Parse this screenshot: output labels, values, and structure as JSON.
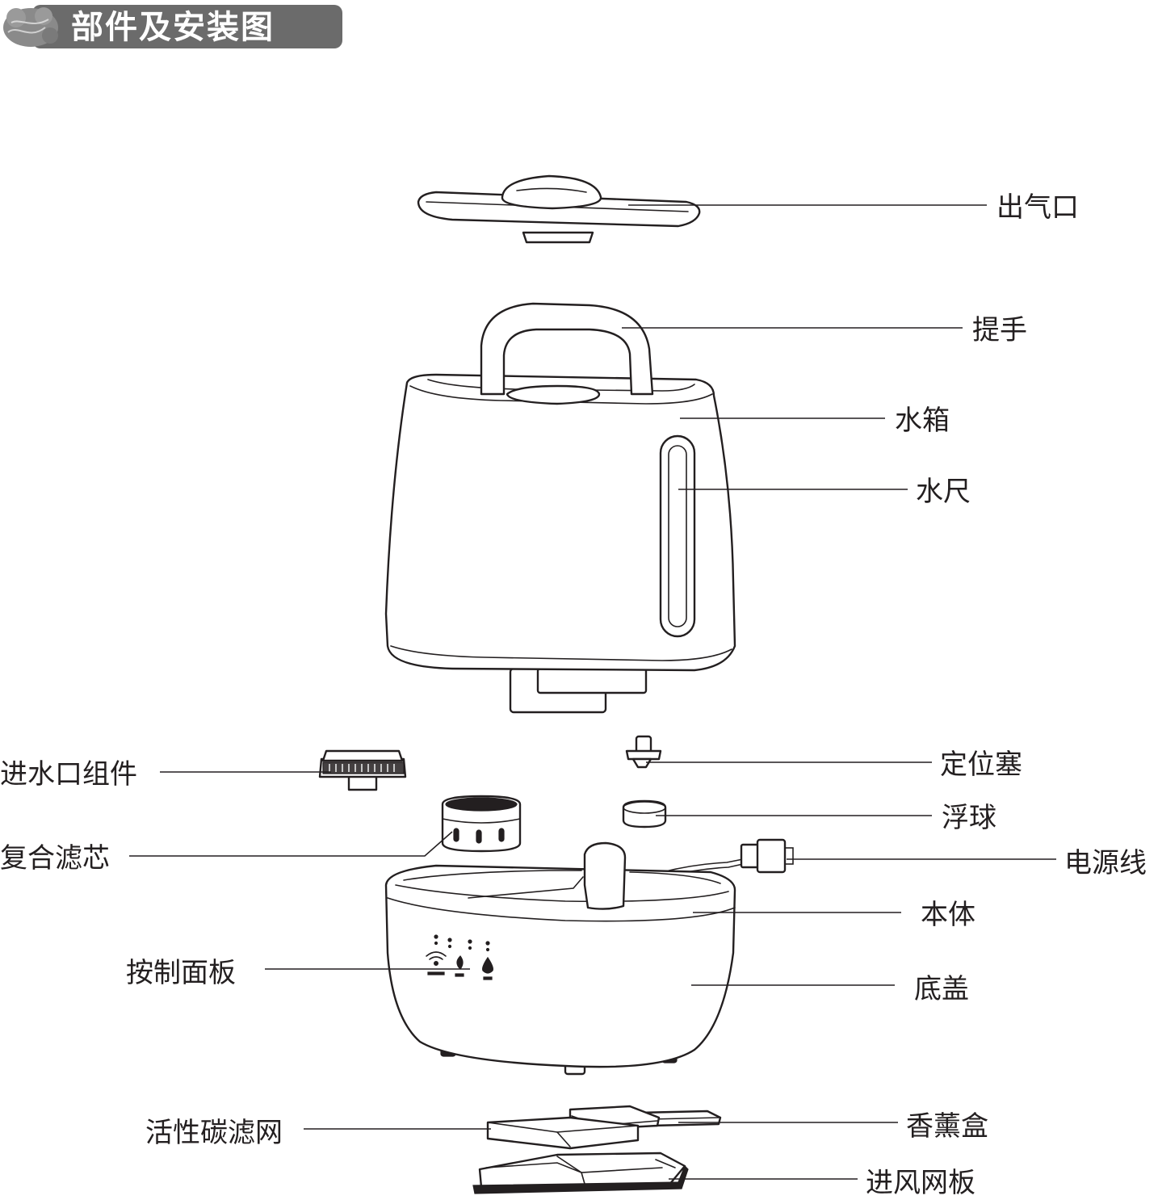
{
  "header": {
    "title": "部件及安装图"
  },
  "labels": {
    "outlet": "出气口",
    "handle": "提手",
    "water_tank": "水箱",
    "water_gauge": "水尺",
    "inlet_assembly": "进水口组件",
    "locating_plug": "定位塞",
    "float_ball": "浮球",
    "composite_filter": "复合滤芯",
    "power_cord": "电源线",
    "main_body": "本体",
    "control_panel": "按制面板",
    "bottom_cover": "底盖",
    "carbon_filter": "活性碳滤网",
    "aroma_box": "香薰盒",
    "air_inlet_plate": "进风网板"
  },
  "colors": {
    "line": "#231f20",
    "banner": "#6b6b6b",
    "background": "#ffffff"
  }
}
